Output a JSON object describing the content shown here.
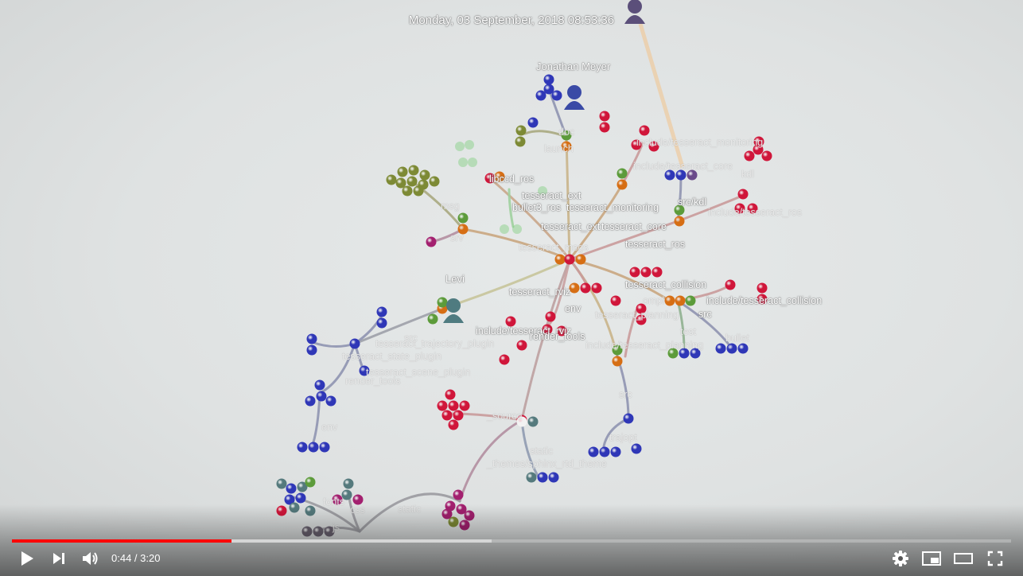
{
  "overlay": {
    "timestamp": "Monday, 03 September, 2018 08:53:36"
  },
  "users": [
    {
      "label": "Jonathan Meyer"
    },
    {
      "label": "Levi"
    }
  ],
  "labels": [
    {
      "text": "include/tesseract_monitoring"
    },
    {
      "text": "include/tesseract_core"
    },
    {
      "text": "src/kdl"
    },
    {
      "text": "kdl"
    },
    {
      "text": "include/tesseract_ros"
    },
    {
      "text": "libccd_ros"
    },
    {
      "text": "tesseract_ext"
    },
    {
      "text": "bullet3_ros"
    },
    {
      "text": "tesseract_monitoring"
    },
    {
      "text": "msg"
    },
    {
      "text": "tesseract_ext"
    },
    {
      "text": "tesseract_core"
    },
    {
      "text": "srv"
    },
    {
      "text": "tesseract_ros"
    },
    {
      "text": "tesseract_msgs"
    },
    {
      "text": "tesseract_collision"
    },
    {
      "text": "tesseract_rviz"
    },
    {
      "text": "include/tesseract_collision"
    },
    {
      "text": "env"
    },
    {
      "text": "src"
    },
    {
      "text": "tesseract_planning"
    },
    {
      "text": "include/tesseract_rviz"
    },
    {
      "text": "render_tools"
    },
    {
      "text": "tesseract_trajectory_plugin"
    },
    {
      "text": "include/tesseract_planning"
    },
    {
      "text": "tesseract_state_plugin"
    },
    {
      "text": "tesseract_scene_plugin"
    },
    {
      "text": "render_tools"
    },
    {
      "text": "test"
    },
    {
      "text": "bullet"
    },
    {
      "text": "src"
    },
    {
      "text": "env"
    },
    {
      "text": "_source"
    },
    {
      "text": "trajopt"
    },
    {
      "text": "static"
    },
    {
      "text": "_themes/sphinx_rtd_theme"
    },
    {
      "text": "fonts"
    },
    {
      "text": "css"
    },
    {
      "text": "static"
    },
    {
      "text": "js"
    },
    {
      "text": "doc"
    },
    {
      "text": "launch"
    },
    {
      "text": "ompl"
    },
    {
      "text": "src"
    }
  ],
  "player": {
    "time_current": "0:44",
    "time_separator": " / ",
    "time_total": "3:20",
    "played_fraction": 0.22,
    "loaded_fraction": 0.48,
    "accent_color": "#ff0000"
  },
  "controls": {
    "play_icon": "play-icon",
    "next_icon": "next-icon",
    "volume_icon": "volume-icon",
    "settings_icon": "gear-icon",
    "miniplayer_icon": "miniplayer-icon",
    "theater_icon": "theater-icon",
    "fullscreen_icon": "fullscreen-icon"
  }
}
